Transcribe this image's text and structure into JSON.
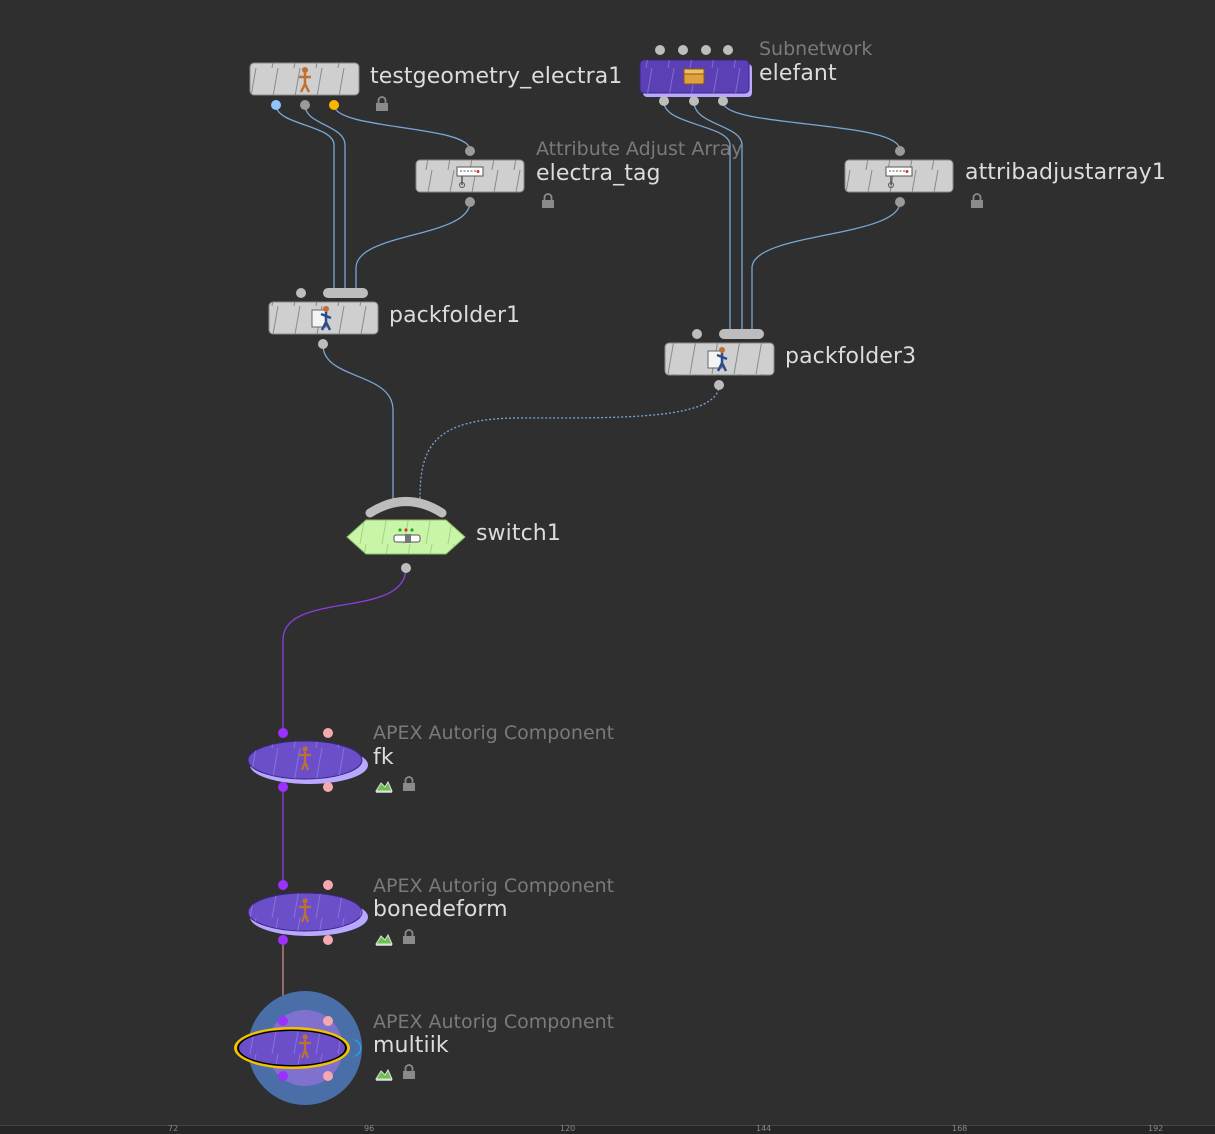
{
  "nodes": {
    "testgeometry_electra1": {
      "name": "testgeometry_electra1"
    },
    "electra_tag": {
      "name": "electra_tag",
      "type": "Attribute Adjust Array"
    },
    "elefant": {
      "name": "elefant",
      "type": "Subnetwork"
    },
    "attribadjustarray1": {
      "name": "attribadjustarray1"
    },
    "packfolder1": {
      "name": "packfolder1"
    },
    "packfolder3": {
      "name": "packfolder3"
    },
    "switch1": {
      "name": "switch1"
    },
    "fk": {
      "name": "fk",
      "type": "APEX Autorig Component"
    },
    "bonedeform": {
      "name": "bonedeform",
      "type": "APEX Autorig Component"
    },
    "multiik": {
      "name": "multiik",
      "type": "APEX Autorig Component"
    }
  },
  "ruler": {
    "ticks": [
      "72",
      "96",
      "120",
      "144",
      "168",
      "192"
    ]
  },
  "colors": {
    "background": "#2f2f2f",
    "wire_blue": "#7aa6d6",
    "wire_purple": "#8b3fe0",
    "wire_pink": "#e89aa0",
    "node_gray": "#cfcfcf",
    "node_purple": "#6b4fc8",
    "switch_green": "#c9f5a8",
    "selection_yellow": "#f2c200"
  },
  "icons": [
    "figure-icon",
    "subnet-box-icon",
    "attribute-adjust-icon",
    "pack-folder-icon",
    "switch-icon",
    "display-flag-icon",
    "lock-icon"
  ]
}
